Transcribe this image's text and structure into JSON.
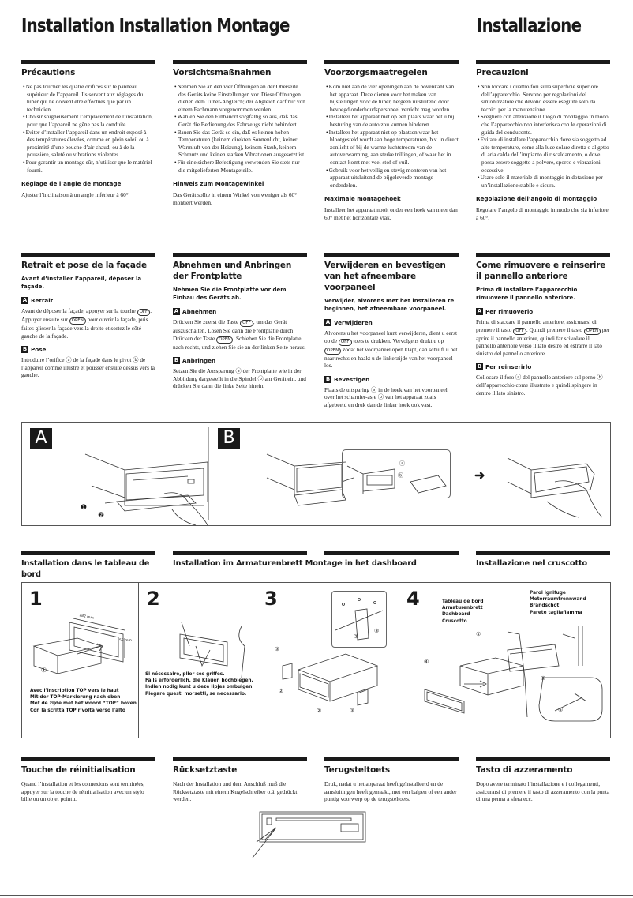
{
  "page_titles": {
    "left": "Installation Installation Montage",
    "right": "Installazione"
  },
  "precautions": [
    {
      "lang": "fr",
      "title": "Précautions",
      "bullets": [
        "Ne pas toucher les quatre orifices sur le panneau supérieur de l’appareil. Ils servent aux réglages du tuner qui ne doivent être effectués que par un technicien.",
        "Choisir soigneusement l’emplacement de l’installation, pour que l’appareil ne gêne pas la conduite.",
        "Eviter d’installer l’appareil dans un endroit exposé à des températures élevées, comme en plein soleil ou à proximité d’une bouche d’air chaud, ou à de la poussière, saleté ou vibrations violentes.",
        "Pour garantir un montage sûr, n’utiliser que le matériel fourni."
      ],
      "angle_title": "Réglage de l’angle de montage",
      "angle_text": "Ajuster l’inclinaison à un angle inférieur à 60°."
    },
    {
      "lang": "de",
      "title": "Vorsichtsmaßnahmen",
      "bullets": [
        "Nehmen Sie an den vier Öffnungen an der Oberseite des Geräts keine Einstellungen vor. Diese Öffnungen dienen dem Tuner-Abgleich; der Abgleich darf nur von einem Fachmann vorgenommen werden.",
        "Wählen Sie den Einbauort sorgfältig so aus, daß das Gerät die Bedienung des Fahrzeugs nicht behindert.",
        "Bauen Sie das Gerät so ein, daß es keinen hohen Temperaturen (keinem direkten Sonnenlicht, keiner Warmluft von der Heizung), keinem Staub, keinem Schmutz und keinen starken Vibrationen ausgesetzt ist.",
        "Für eine sichere Befestigung verwenden Sie stets nur die mitgelieferten Montageteile."
      ],
      "angle_title": "Hinweis zum Montagewinkel",
      "angle_text": "Das Gerät sollte in einem Winkel von weniger als 60° montiert werden."
    },
    {
      "lang": "nl",
      "title": "Voorzorgsmaatregelen",
      "bullets": [
        "Kom niet aan de vier openingen aan de bovenkant van het apparaat. Deze dienen voor het maken van bijstellingen voor de tuner, hetgeen uitsluitend door bevoegd onderhoudspersoneel verricht mag worden.",
        "Installeer het apparaat niet op een plaats waar het u bij besturing van de auto zou kunnen hinderen.",
        "Installeer het apparaat niet op plaatsen waar het blootgesteld wordt aan hoge temperaturen, b.v. in direct zonlicht of bij de warme luchtstroom van de autoverwarming, aan sterke trillingen, of waar het in contact komt met veel stof of vuil.",
        "Gebruik voor het veilig en stevig monteren van het apparaat uitsluitend de bijgeleverde montage-onderdelen."
      ],
      "angle_title": "Maximale montagehoek",
      "angle_text": "Installeer het apparaat nooit onder een hoek van meer dan 60° met het horizontale vlak."
    },
    {
      "lang": "it",
      "title": "Precauzioni",
      "bullets": [
        "Non toccare i quattro fori sulla superficie superiore dell’apparecchio. Servono per regolazioni del sintonizzatore che devono essere eseguite solo da tecnici per la manutenzione.",
        "Scegliere con attenzione il luogo di montaggio in modo che l’apparecchio non interferisca con le operazioni di guida del conducente.",
        "Evitare di installare l’apparecchio dove sia soggetto ad alte temperature, come alla luce solare diretta o al getto di aria calda dell’impianto di riscaldamento, o dove possa essere soggetto a polvere, sporco e vibrazioni eccessive.",
        "Usare solo il materiale di montaggio in dotazione per un’installazione stabile e sicura."
      ],
      "angle_title": "Regolazione dell’angolo di montaggio",
      "angle_text": "Regolare l’angolo di montaggio in modo che sia inferiore a 60°."
    }
  ],
  "faceplate": [
    {
      "title": "Retrait et pose de la façade",
      "lead": "Avant d’installer l’appareil, déposer la façade.",
      "a_title": "Retrait",
      "a_text_1": "Avant de déposer la façade, appuyer sur la touche",
      "a_text_2": ". Appuyer ensuite sur",
      "a_text_3": "pour ouvrir la façade, puis faites glisser la façade vers la droite et sortez le côté gauche de la façade.",
      "b_title": "Pose",
      "b_text": "Introduire l’orifice ⓐ de la façade dans le pivot ⓑ de l’appareil comme illustré et pousser ensuite dessus vers la gauche."
    },
    {
      "title": "Abnehmen und Anbringen der Frontplatte",
      "lead": "Nehmen Sie die Frontplatte vor dem Einbau des Geräts ab.",
      "a_title": "Abnehmen",
      "a_text_1": "Drücken Sie zuerst die Taste",
      "a_text_2": ", um das Gerät auszuschalten. Lösen Sie dann die Frontplatte durch Drücken der Taste",
      "a_text_3": ". Schieben Sie die Frontplatte nach rechts, und ziehen Sie sie an der linken Seite heraus.",
      "b_title": "Anbringen",
      "b_text": "Setzen Sie die Aussparung ⓐ der Frontplatte wie in der Abbildung dargestellt in die Spindel ⓑ am Gerät ein, und drücken Sie dann die linke Seite hinein."
    },
    {
      "title": "Verwijderen en bevestigen van het afneembare voorpaneel",
      "lead": "Verwijder, alvorens met het installeren te beginnen, het afneembare voorpaneel.",
      "a_title": "Verwijderen",
      "a_text_1": "Alvorens u het voorpaneel kunt verwijderen, dient u eerst op de",
      "a_text_2": "toets te drukken. Vervolgens drukt u op",
      "a_text_3": "zodat het voorpaneel open klapt, dan schuift u het naar rechts en haakt u de linkerzijde van het voorpaneel los.",
      "b_title": "Bevestigen",
      "b_text": "Plaats de uitsparing ⓐ in de hoek van het voorpaneel over het scharnier-asje ⓑ van het apparaat zoals afgebeeld en druk dan de linker hoek ook vast."
    },
    {
      "title": "Come rimuovere e reinserire il pannello anteriore",
      "lead": "Prima di installare l’apparecchio rimuovere il pannello anteriore.",
      "a_title": "Per rimuoverlo",
      "a_text_1": "Prima di staccare il pannello anteriore, assicurarsi di premere il tasto",
      "a_text_2": ". Quindi premere il tasto",
      "a_text_3": "per aprire il pannello anteriore, quindi far scivolare il pannello anteriore verso il lato destro ed estrarre il lato sinistro del pannello anteriore.",
      "b_title": "Per reinserirlo",
      "b_text": "Collocare il foro ⓐ del pannello anteriore sul perno ⓑ dell’apparecchio come illustrato e quindi spingere in dentro il lato sinistro."
    }
  ],
  "keys": {
    "off": "OFF",
    "open": "OPEN"
  },
  "figure_ab": {
    "label_a": "A",
    "label_b": "B",
    "badge_a": "A",
    "badge_b": "B",
    "step1": "❶",
    "step2": "❷",
    "callout_a": "ⓐ",
    "callout_b": "ⓑ",
    "arrow": "➜"
  },
  "installation_headings": {
    "fr": "Installation dans le tableau de bord",
    "de_nl": "Installation im Armaturenbrett Montage in het dashboard",
    "it": "Installazione nel cruscotto"
  },
  "install_steps": [
    {
      "num": "1",
      "dim_width": "182 mm",
      "dim_height": "53 mm",
      "part": "①",
      "caption": [
        "Avec l’inscription TOP vers le haut",
        "Mit der TOP-Markierung nach oben",
        "Met de zijde met het woord “TOP” boven",
        "Con la scritta TOP rivolta verso l’alto"
      ]
    },
    {
      "num": "2",
      "caption": [
        "Si nécessaire, plier ces griffes.",
        "Falls erforderlich, die Klauen hochbiegen.",
        "Indien nodig kunt u deze lipjes ombuigen.",
        "Piegare questi morsetti, se necessario."
      ]
    },
    {
      "num": "3",
      "parts": [
        "③",
        "②",
        "②",
        "③",
        "②",
        "③"
      ]
    },
    {
      "num": "4",
      "dashboard_labels": [
        "Tableau de bord",
        "Armaturenbrett",
        "Dashboard",
        "Cruscotto"
      ],
      "firewall_labels": [
        "Paroi ignifuge",
        "Motorraumtrennwand",
        "Brandschot",
        "Parete tagliafiamma"
      ],
      "parts": [
        "①",
        "④",
        "⑤",
        "⑥"
      ]
    }
  ],
  "reset": [
    {
      "title": "Touche de réinitialisation",
      "text": "Quand l’installation et les connexions sont terminées, appuyer sur la touche de réinitialisation avec un stylo bille ou un objet pointu."
    },
    {
      "title": "Rücksetztaste",
      "text": "Nach der Installation und dem Anschluß muß die Rücksetztaste mit einem Kugelschreiber o.ä. gedrückt werden."
    },
    {
      "title": "Terugsteltoets",
      "text": "Druk, nadat u het apparaat heeft geïnstalleerd en de aansluitingen heeft gemaakt, met een balpen of een ander puntig voorwerp op de terugsteltoets."
    },
    {
      "title": "Tasto di azzeramento",
      "text": "Dopo avere terminato l’installazione e i collegamenti, assicurarsi di premere il tasto di azzeramento con la punta di una penna a sfera ecc."
    }
  ]
}
